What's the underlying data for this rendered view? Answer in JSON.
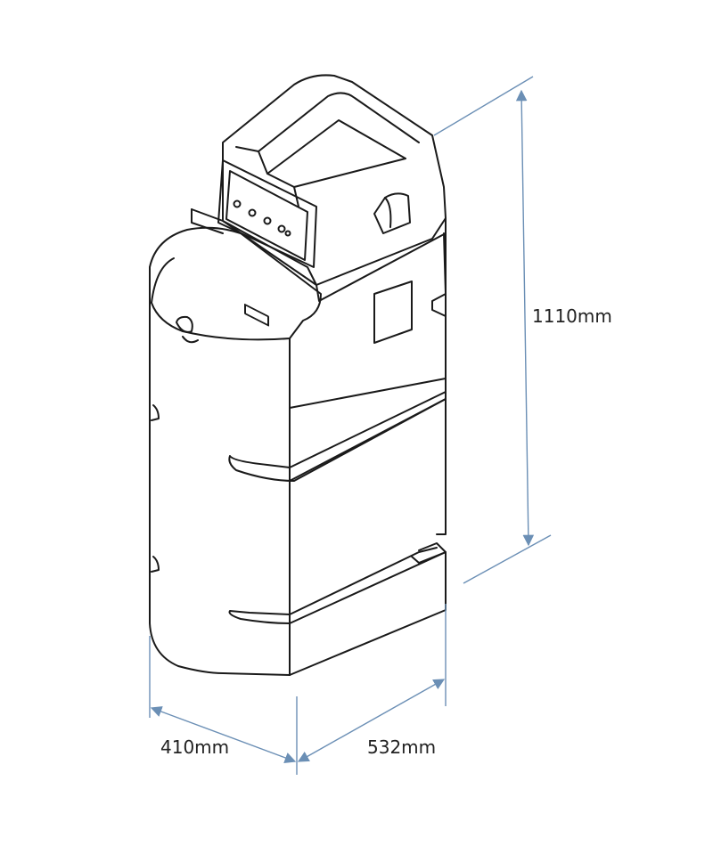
{
  "dimensions": {
    "height": "1110mm",
    "depth": "410mm",
    "width": "532mm"
  },
  "colors": {
    "outline": "#1a1a1a",
    "dimension_line": "#6b8fb5",
    "background": "#ffffff"
  }
}
